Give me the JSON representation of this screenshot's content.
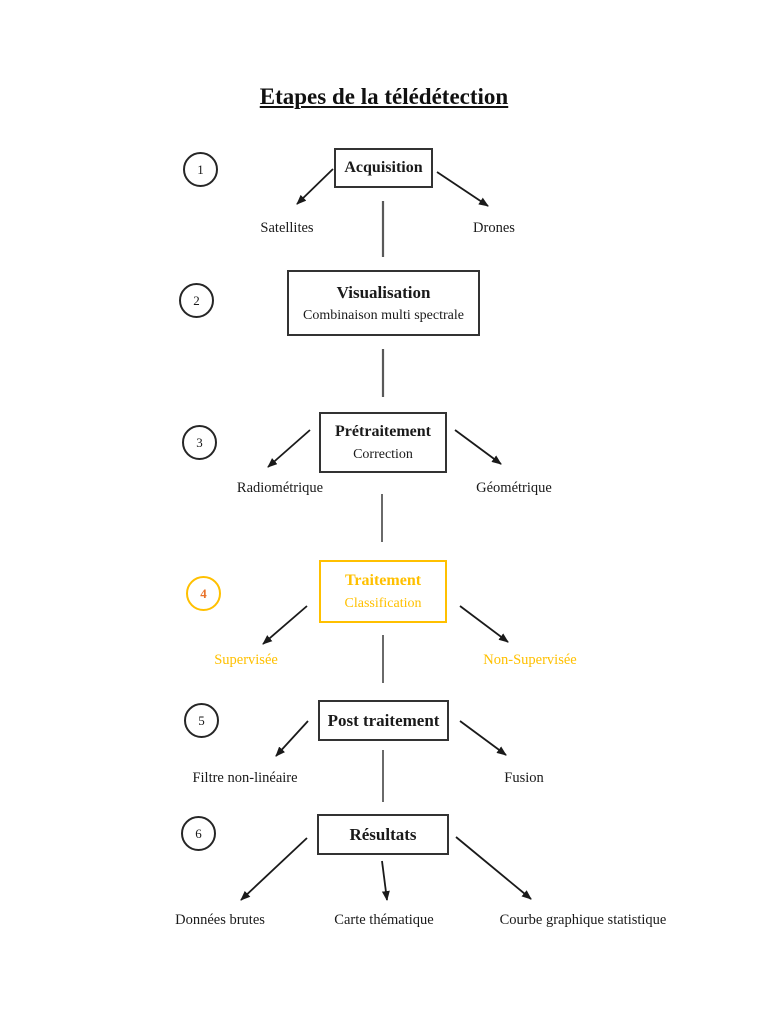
{
  "title": "Etapes de la télédétection",
  "colors": {
    "accent": "#FFC000",
    "step4_number": "#E8722A",
    "arrow": "#1a1a1a",
    "connector": "#595959"
  },
  "steps": [
    {
      "number": "1",
      "label": "Acquisition",
      "children": [
        "Satellites",
        "Drones"
      ]
    },
    {
      "number": "2",
      "label": "Visualisation",
      "sublabel": "Combinaison multi spectrale",
      "children": []
    },
    {
      "number": "3",
      "label": "Prétraitement",
      "sublabel": "Correction",
      "children": [
        "Radiométrique",
        "Géométrique"
      ]
    },
    {
      "number": "4",
      "label": "Traitement",
      "sublabel": "Classification",
      "children": [
        "Supervisée",
        "Non-Supervisée"
      ]
    },
    {
      "number": "5",
      "label": "Post traitement",
      "children": [
        "Filtre non-linéaire",
        "Fusion"
      ]
    },
    {
      "number": "6",
      "label": "Résultats",
      "children": [
        "Données brutes",
        "Carte thématique",
        "Courbe graphique statistique"
      ]
    }
  ]
}
